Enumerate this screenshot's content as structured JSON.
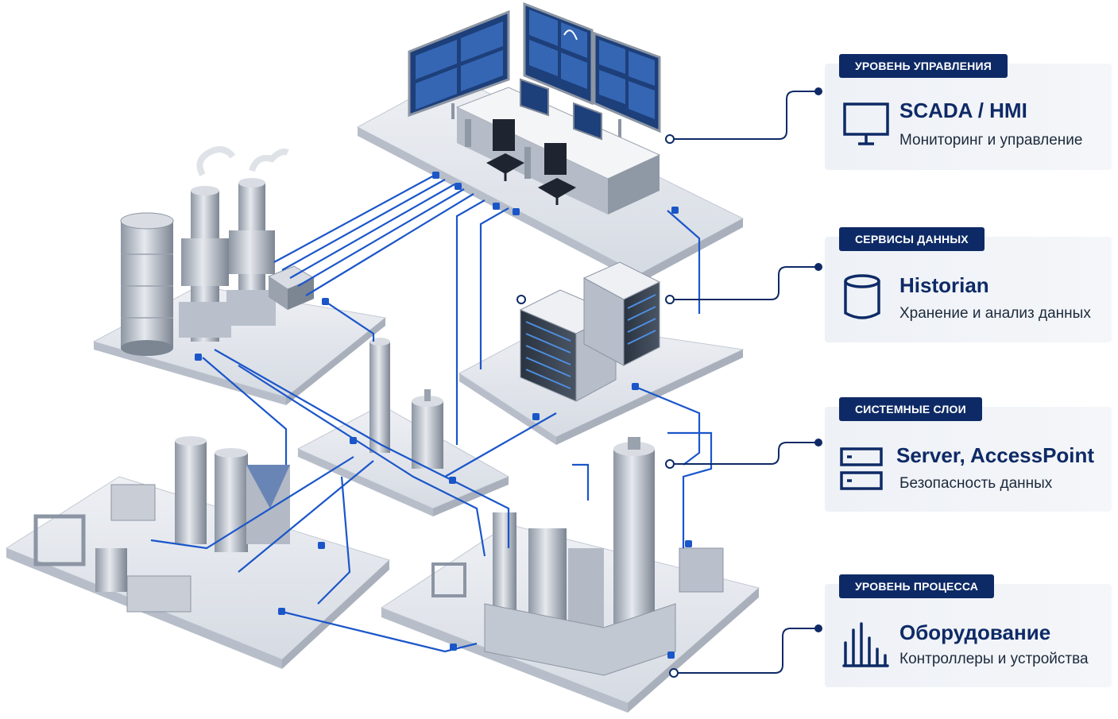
{
  "layers": [
    {
      "badge": "УРОВЕНЬ УПРАВЛЕНИЯ",
      "title": "SCADA / HMI",
      "subtitle": "Мониторинг и управление",
      "icon": "monitor-icon"
    },
    {
      "badge": "СЕРВИСЫ ДАННЫХ",
      "title": "Historian",
      "subtitle": "Хранение и анализ данных",
      "icon": "database-icon"
    },
    {
      "badge": "СИСТЕМНЫЕ СЛОИ",
      "title": "Server, AccessPoint",
      "subtitle": "Безопасность данных",
      "icon": "server-stack-icon"
    },
    {
      "badge": "УРОВЕНЬ ПРОЦЕССА",
      "title": "Оборудование",
      "subtitle": "Контроллеры и устройства",
      "icon": "bar-chart-icon"
    }
  ],
  "colors": {
    "navy": "#0e2a66",
    "link_blue": "#1b56c9",
    "platform": "#dfe3ea",
    "platform_edge": "#b9c0cc",
    "equipment": "#c9ced6",
    "screen": "#0f2c5e"
  }
}
